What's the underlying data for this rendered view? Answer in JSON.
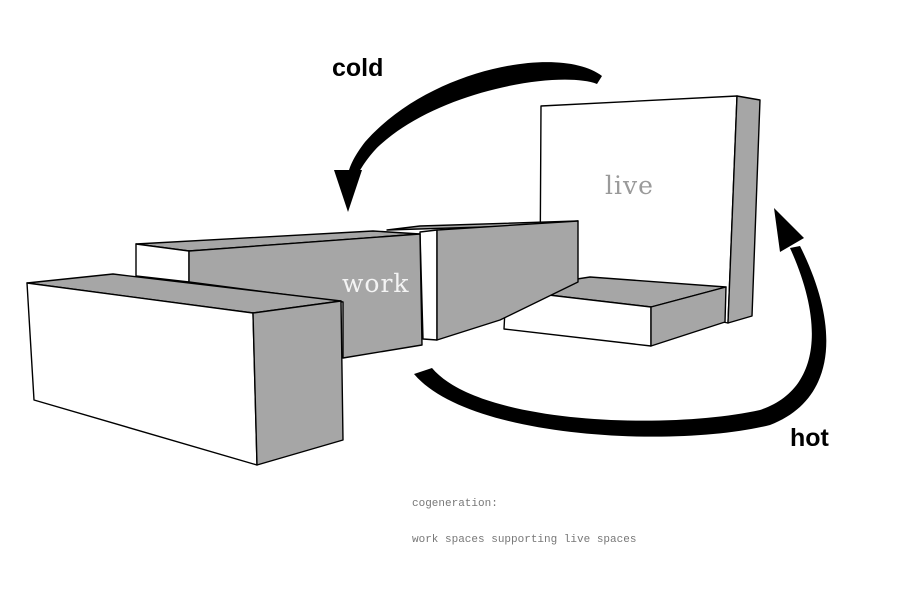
{
  "labels": {
    "cold": "cold",
    "hot": "hot",
    "live": "live",
    "work": "work"
  },
  "caption": {
    "line1": "cogeneration:",
    "line2": "work spaces supporting live spaces"
  },
  "colors": {
    "face_light": "#ffffff",
    "face_shade": "#a6a6a6",
    "edge": "#000000",
    "arrow": "#000000",
    "live_text": "#9a9a9a",
    "work_text": "#f4f4f4",
    "caption_text": "#777777"
  }
}
